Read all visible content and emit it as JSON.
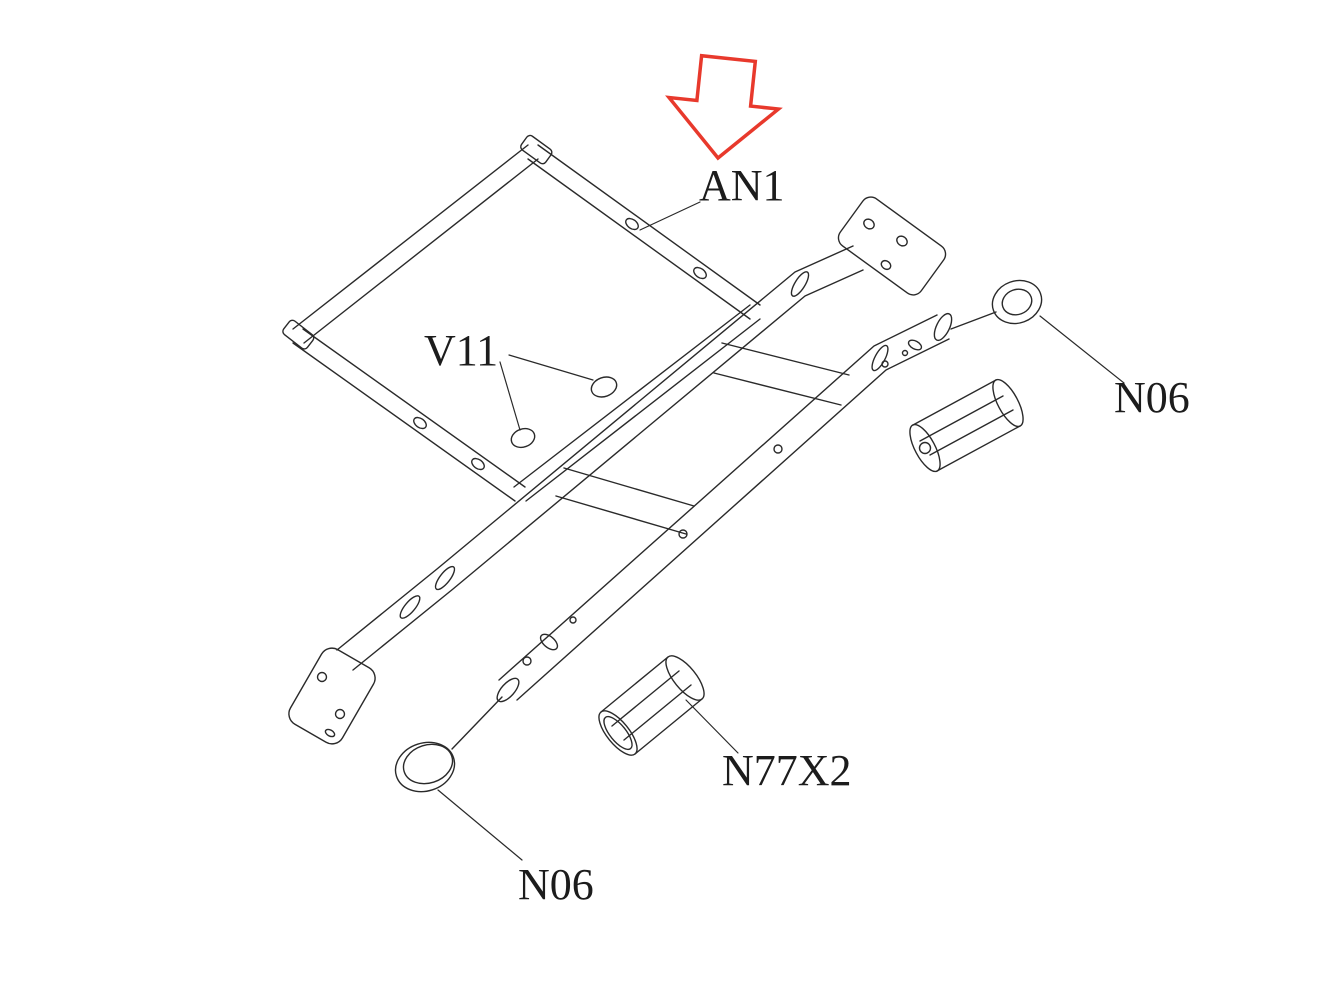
{
  "page": {
    "background": "#ffffff"
  },
  "diagram": {
    "type": "exploded-parts-line-drawing",
    "line_color": "#2a2a2a",
    "text_color": "#1c1c1c",
    "arrow": {
      "color": "#e8392c"
    },
    "labels": {
      "an1": "AN1",
      "v11": "V11",
      "n06_top": "N06",
      "n77x2": "N77X2",
      "n06_bottom": "N06"
    }
  }
}
